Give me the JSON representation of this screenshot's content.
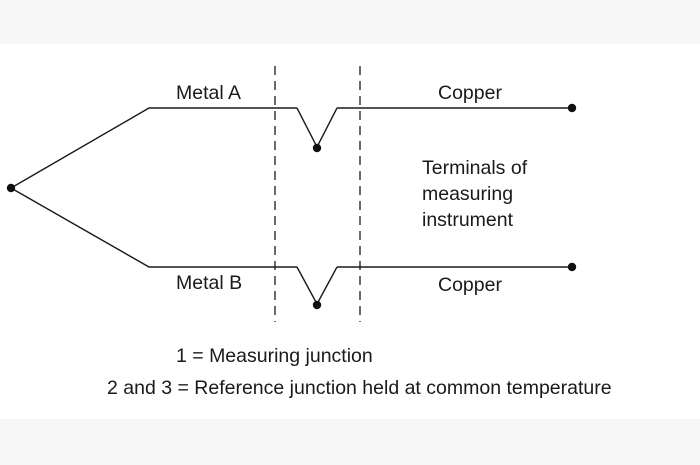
{
  "labels": {
    "metal_a": "Metal A",
    "metal_b": "Metal B",
    "copper_top": "Copper",
    "copper_bottom": "Copper",
    "terminals_line1": "Terminals of",
    "terminals_line2": "measuring",
    "terminals_line3": "instrument"
  },
  "legend": {
    "line1": "1 = Measuring junction",
    "line2": "2 and 3  = Reference junction held at common temperature"
  },
  "colors": {
    "line": "#1a1a1a",
    "background": "#ffffff"
  }
}
